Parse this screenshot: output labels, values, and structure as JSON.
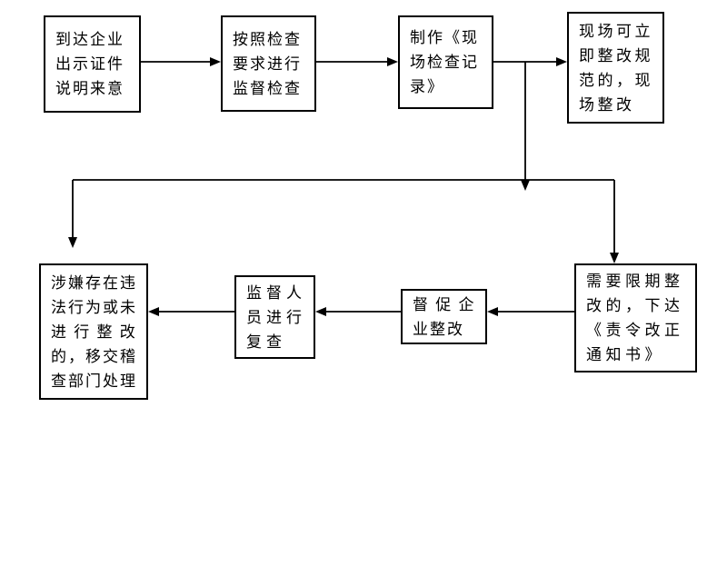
{
  "diagram": {
    "type": "flowchart",
    "background": "#ffffff",
    "colors": {
      "box_border": "#000000",
      "line": "#000000",
      "text": "#000000"
    },
    "nodes": [
      {
        "id": "arrive",
        "text": "到达企业\n出示证件\n说明来意"
      },
      {
        "id": "inspect",
        "text": "按照检查\n要求进行\n监督检查"
      },
      {
        "id": "record",
        "text": "制作《现\n场检查记\n录》"
      },
      {
        "id": "onsite_rectify",
        "text": "现场可立\n即整改规\n范的，现\n场整改"
      },
      {
        "id": "deadline_rectify",
        "text": "需要限期整\n改的，下达\n《责令改正\n通知书》"
      },
      {
        "id": "urge",
        "text": "督 促 企\n业整改"
      },
      {
        "id": "recheck",
        "text": "监督人\n员进行\n复查"
      },
      {
        "id": "transfer",
        "text": "涉嫌存在违\n法行为或未\n进 行 整 改\n的，移交稽\n查部门处理"
      }
    ],
    "edges": [
      {
        "from": "arrive",
        "to": "inspect"
      },
      {
        "from": "inspect",
        "to": "record"
      },
      {
        "from": "record",
        "to": "onsite_rectify"
      },
      {
        "from": "record",
        "to": "deadline_rectify"
      },
      {
        "from": "record",
        "to": "transfer"
      },
      {
        "from": "deadline_rectify",
        "to": "urge"
      },
      {
        "from": "urge",
        "to": "recheck"
      },
      {
        "from": "recheck",
        "to": "transfer"
      }
    ]
  }
}
